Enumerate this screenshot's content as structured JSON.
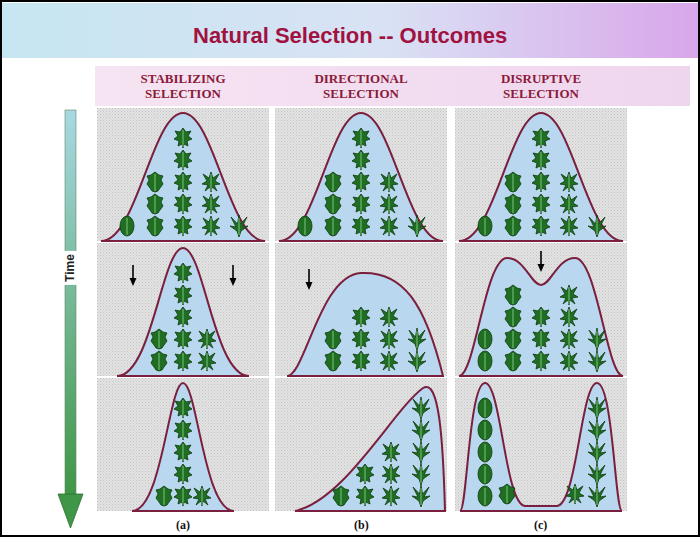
{
  "diagram": {
    "title": "Natural Selection -- Outcomes",
    "labels": [
      "STABILIZING SELECTION",
      "DIRECTIONAL SELECTION",
      "DISRUPTIVE SELECTION",
      "Time",
      "(a)",
      "(b)",
      "(c)"
    ]
  }
}
